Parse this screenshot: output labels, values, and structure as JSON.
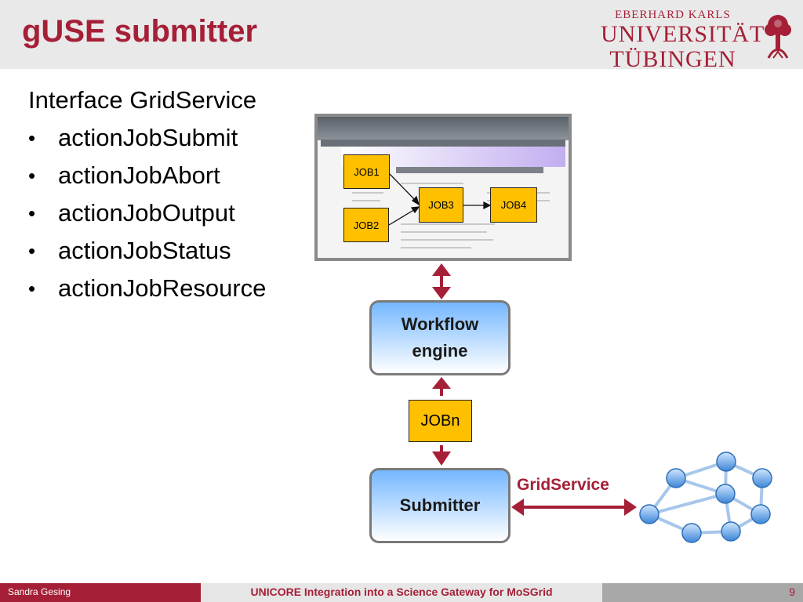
{
  "slide": {
    "title": "gUSE submitter",
    "university": {
      "line1": "EBERHARD KARLS",
      "line2": "UNIVERSITÄT",
      "line3": "TÜBINGEN"
    }
  },
  "interface": {
    "heading": "Interface GridService",
    "bullet_symbol": "•",
    "items": [
      "actionJobSubmit",
      "actionJobAbort",
      "actionJobOutput",
      "actionJobStatus",
      "actionJobResource"
    ]
  },
  "diagram": {
    "jobs": [
      "JOB1",
      "JOB2",
      "JOB3",
      "JOB4"
    ],
    "workflow_engine_line1": "Workflow",
    "workflow_engine_line2": "engine",
    "jobn": "JOBn",
    "submitter": "Submitter",
    "gridservice": "GridService"
  },
  "colors": {
    "accent": "#a51f37",
    "job_fill": "#ffc000",
    "node_blue": "#5aa0e6",
    "box_gradient_top": "#74b7ff"
  },
  "footer": {
    "author": "Sandra Gesing",
    "title": "UNICORE Integration into a Science Gateway for MoSGrid",
    "page": "9"
  }
}
